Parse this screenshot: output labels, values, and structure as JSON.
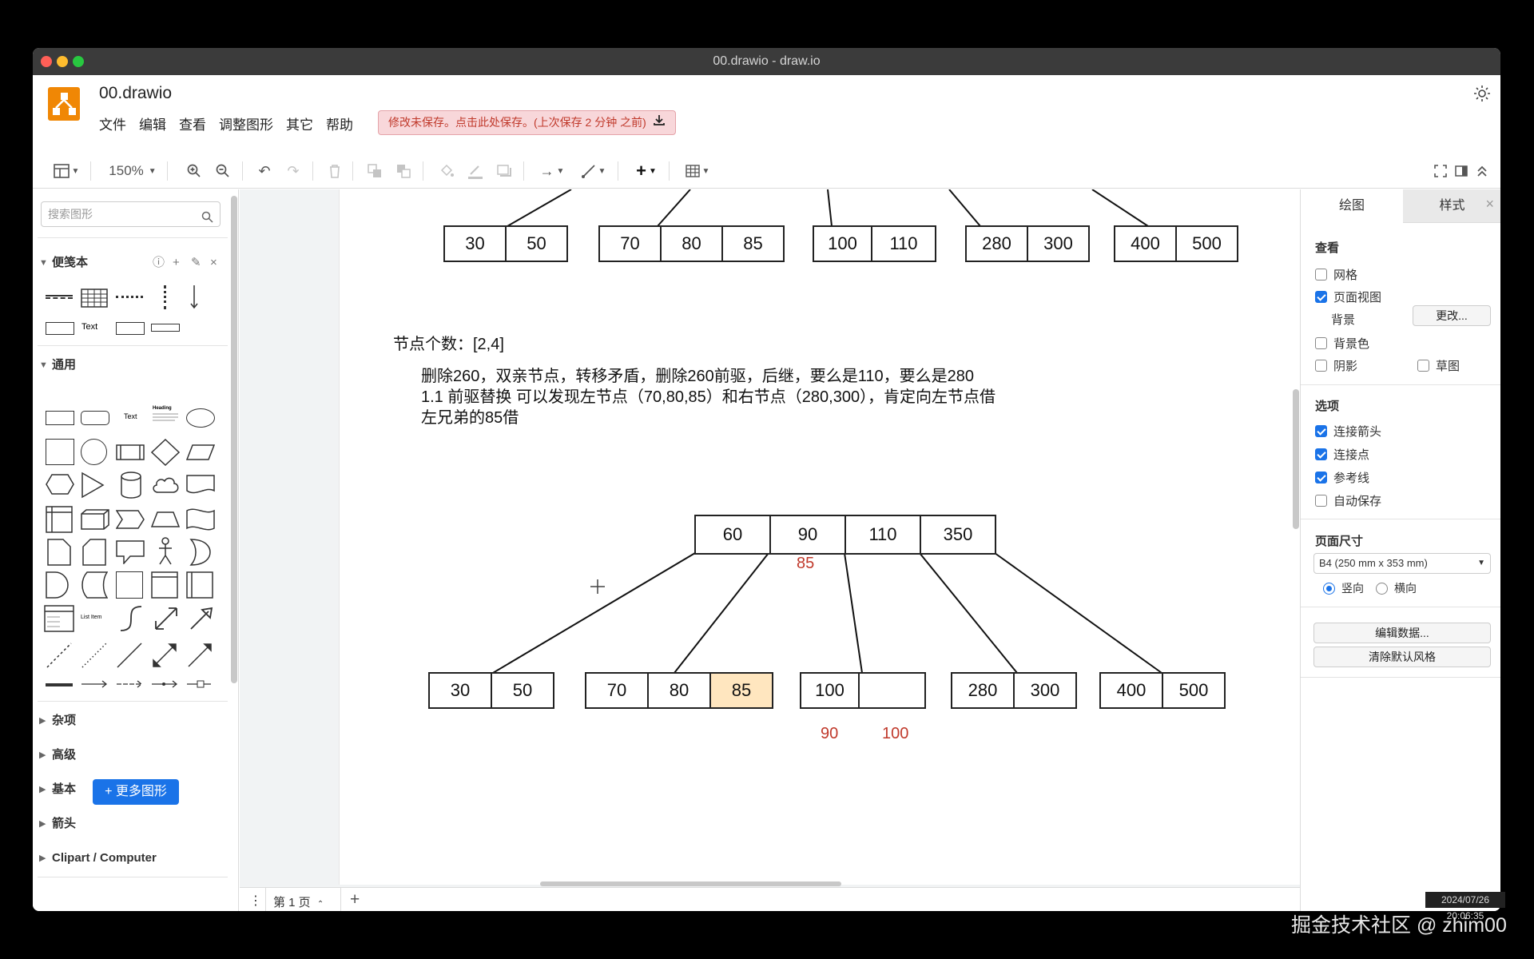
{
  "window": {
    "title": "00.drawio - draw.io"
  },
  "app": {
    "filename": "00.drawio",
    "menu": [
      "文件",
      "编辑",
      "查看",
      "调整图形",
      "其它",
      "帮助"
    ],
    "unsaved_notice": "修改未保存。点击此处保存。(上次保存 2 分钟 之前)"
  },
  "toolbar": {
    "zoom": "150%"
  },
  "sidebar": {
    "search_placeholder": "搜索图形",
    "scratchpad_title": "便笺本",
    "general_title": "通用",
    "text_label": "Text",
    "heading_label": "Heading",
    "list_item_label": "List Item",
    "collapsed_sections": [
      "杂项",
      "高级",
      "基本",
      "箭头",
      "Clipart / Computer"
    ],
    "more_shapes_button": "+ 更多图形"
  },
  "diagram": {
    "top_row": [
      [
        "30",
        "50"
      ],
      [
        "70",
        "80",
        "85"
      ],
      [
        "100",
        "110"
      ],
      [
        "280",
        "300"
      ],
      [
        "400",
        "500"
      ]
    ],
    "node_count_label": "节点个数：[2,4]",
    "notes": [
      "删除260，双亲节点，转移矛盾，删除260前驱，后继，要么是110，要么是280",
      "1.1  前驱替换  可以发现左节点（70,80,85）和右节点（280,300），肯定向左节点借",
      "左兄弟的85借"
    ],
    "root_node": [
      "60",
      "90",
      "110",
      "350"
    ],
    "red_under_root": "85",
    "bottom_row": [
      [
        "30",
        "50"
      ],
      [
        "70",
        "80",
        "85"
      ],
      [
        "100",
        ""
      ],
      [
        "280",
        "300"
      ],
      [
        "400",
        "500"
      ]
    ],
    "red_labels": [
      "90",
      "100"
    ]
  },
  "pagebar": {
    "page_tab": "第 1 页"
  },
  "format_panel": {
    "tab_diagram": "绘图",
    "tab_style": "样式",
    "view_title": "查看",
    "grid": {
      "label": "网格",
      "checked": false
    },
    "page_view": {
      "label": "页面视图",
      "checked": true
    },
    "background_label": "背景",
    "change_button": "更改...",
    "background_color": {
      "label": "背景色",
      "checked": false
    },
    "shadow": {
      "label": "阴影",
      "checked": false
    },
    "sketch": {
      "label": "草图",
      "checked": false
    },
    "options_title": "选项",
    "connection_arrows": {
      "label": "连接箭头",
      "checked": true
    },
    "connection_points": {
      "label": "连接点",
      "checked": true
    },
    "guides": {
      "label": "参考线",
      "checked": true
    },
    "autosave": {
      "label": "自动保存",
      "checked": false
    },
    "page_size_title": "页面尺寸",
    "page_size_value": "B4 (250 mm x 353 mm)",
    "portrait": {
      "label": "竖向",
      "selected": true
    },
    "landscape": {
      "label": "横向",
      "selected": false
    },
    "edit_data_button": "编辑数据...",
    "clear_style_button": "清除默认风格"
  },
  "overlay": {
    "timestamp": "2024/07/26 20:06:35",
    "watermark": "掘金技术社区 @ zhim00"
  },
  "colors": {
    "accent": "#1a73e8",
    "logo": "#f08705",
    "highlight_fill": "#ffe6bf",
    "annotation_red": "#c0392b"
  }
}
